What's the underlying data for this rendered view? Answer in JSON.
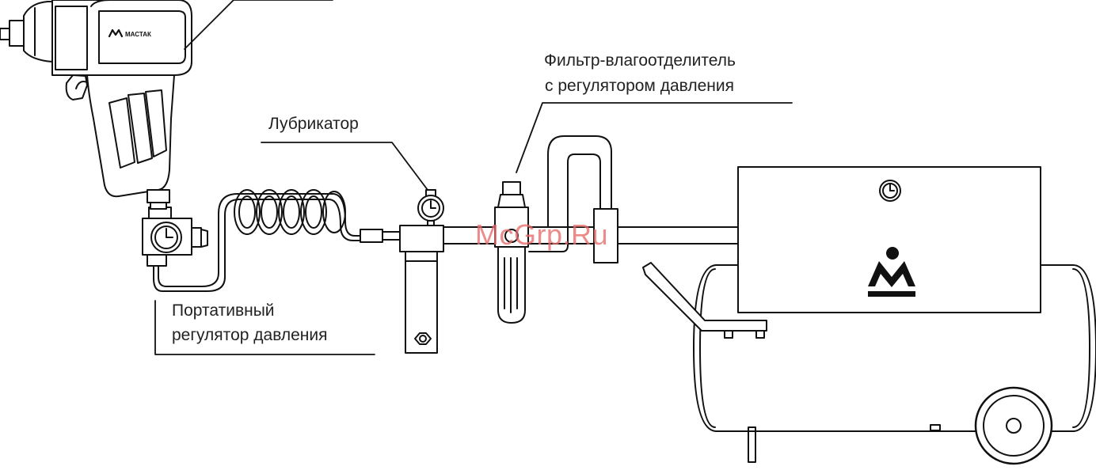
{
  "labels": {
    "lubricator": "Лубрикатор",
    "filter_line1": "Фильтр-влагоотделитель",
    "filter_line2": "с регулятором давления",
    "portable_line1": "Портативный",
    "portable_line2": "регулятор давления"
  },
  "tool_logo_text": "МАСТАК",
  "watermark": "McGrp.Ru",
  "colors": {
    "line": "#111111",
    "watermark": "#e86a6a",
    "background": "#ffffff"
  },
  "icons": [
    "impact-wrench-icon",
    "pressure-gauge-icon",
    "coil-hose-icon",
    "lubricator-icon",
    "filter-regulator-icon",
    "compressor-icon",
    "brand-logo-icon"
  ]
}
